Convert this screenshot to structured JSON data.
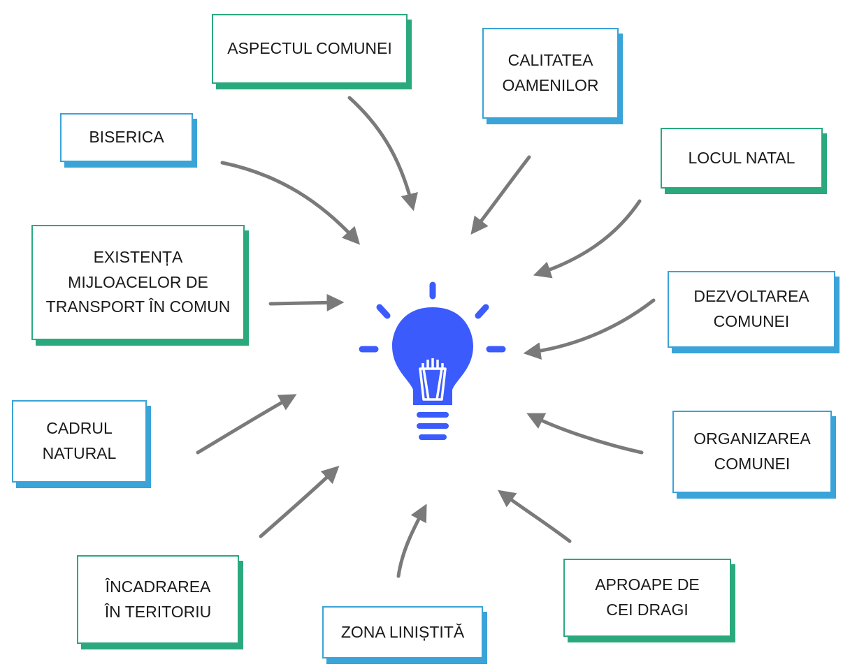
{
  "colors": {
    "green": "#2aa97d",
    "blue": "#3aa3d8",
    "arrow": "#7a7a7a",
    "bulb": "#3b5bfd"
  },
  "center": {
    "icon": "lightbulb-icon"
  },
  "nodes": [
    {
      "id": "aspectul-comunei",
      "label": "ASPECTUL COMUNEI",
      "color": "green"
    },
    {
      "id": "calitatea-oamenilor",
      "label": "CALITATEA\nOAMENILOR",
      "color": "blue"
    },
    {
      "id": "biserica",
      "label": "BISERICA",
      "color": "blue"
    },
    {
      "id": "locul-natal",
      "label": "LOCUL NATAL",
      "color": "green"
    },
    {
      "id": "existenta-mijloacelor",
      "label": "EXISTENȚA\nMIJLOACELOR DE\nTRANSPORT ÎN COMUN",
      "color": "green"
    },
    {
      "id": "dezvoltarea-comunei",
      "label": "DEZVOLTAREA\nCOMUNEI",
      "color": "blue"
    },
    {
      "id": "cadrul-natural",
      "label": "CADRUL\nNATURAL",
      "color": "blue"
    },
    {
      "id": "organizarea-comunei",
      "label": "ORGANIZAREA\nCOMUNEI",
      "color": "blue"
    },
    {
      "id": "incadrarea-in-teritoriu",
      "label": "ÎNCADRAREA\nÎN TERITORIU",
      "color": "green"
    },
    {
      "id": "aproape-de-cei-dragi",
      "label": "APROAPE DE\nCEI DRAGI",
      "color": "green"
    },
    {
      "id": "zona-linistita",
      "label": "ZONA LINIȘTITĂ",
      "color": "blue"
    }
  ]
}
